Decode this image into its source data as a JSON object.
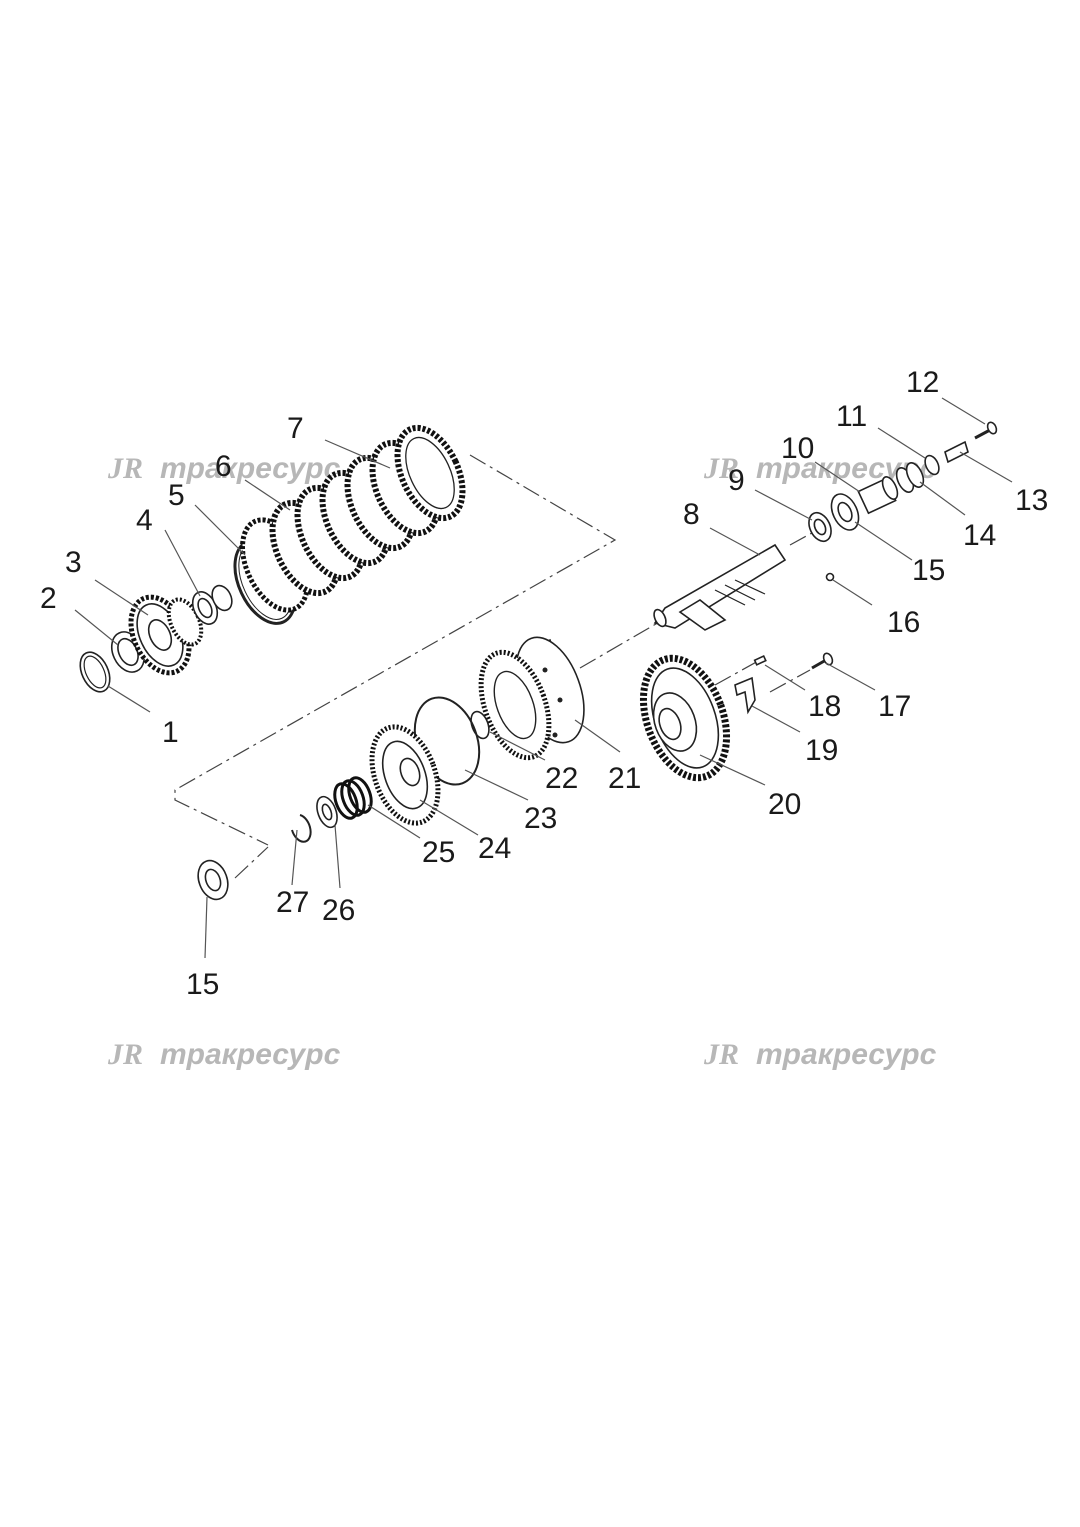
{
  "watermark": {
    "logo": "JR",
    "text": "тракресурс"
  },
  "callouts": {
    "c1": "1",
    "c2": "2",
    "c3": "3",
    "c4": "4",
    "c5": "5",
    "c6": "6",
    "c7": "7",
    "c8": "8",
    "c9": "9",
    "c10": "10",
    "c11": "11",
    "c12": "12",
    "c13": "13",
    "c14": "14",
    "c15a": "15",
    "c15b": "15",
    "c16": "16",
    "c17": "17",
    "c18": "18",
    "c19": "19",
    "c20": "20",
    "c21": "21",
    "c22": "22",
    "c23": "23",
    "c24": "24",
    "c25": "25",
    "c26": "26",
    "c27": "27"
  }
}
